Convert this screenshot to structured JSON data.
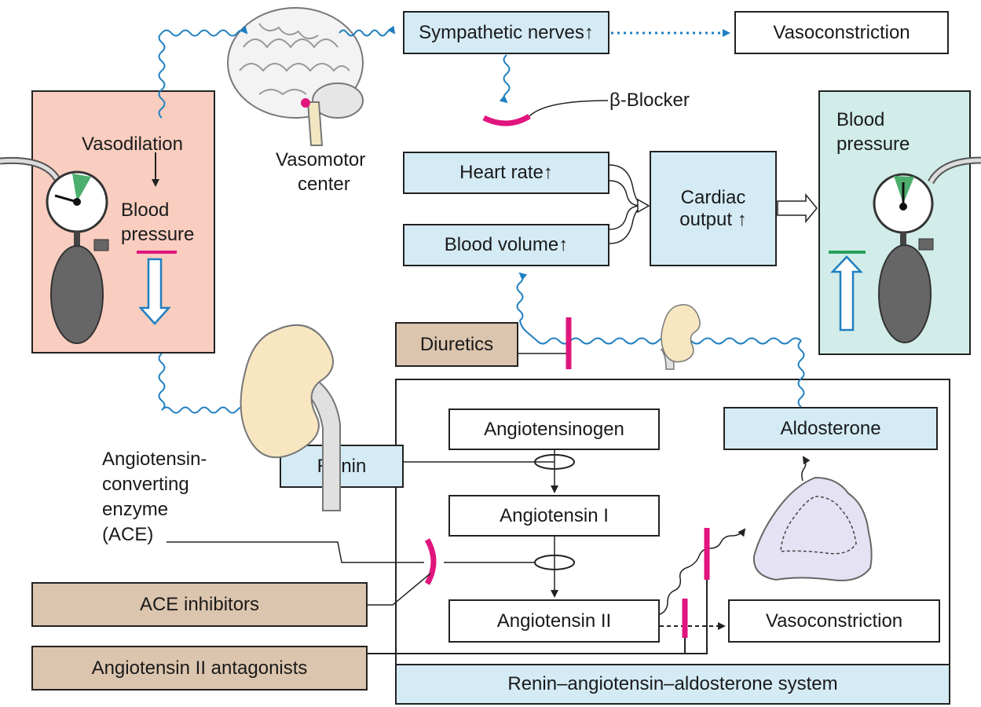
{
  "left_panel": {
    "vasodilation": "Vasodilation",
    "blood_pressure_line1": "Blood",
    "blood_pressure_line2": "pressure"
  },
  "brain": {
    "label_line1": "Vasomotor",
    "label_line2": "center"
  },
  "sympathetic_nerves": "Sympathetic nerves",
  "vasoconstriction_top": "Vasoconstriction",
  "beta_blocker": "β-Blocker",
  "heart_rate": "Heart rate",
  "blood_volume": "Blood volume",
  "cardiac_output_line1": "Cardiac",
  "cardiac_output_line2": "output",
  "right_panel": {
    "blood_pressure_line1": "Blood",
    "blood_pressure_line2": "pressure"
  },
  "diuretics": "Diuretics",
  "renin": "Renin",
  "ace_label": {
    "line1": "Angiotensin-",
    "line2": "converting",
    "line3": "enzyme",
    "line4": "(ACE)"
  },
  "raas": {
    "angiotensinogen": "Angiotensinogen",
    "angiotensin_1": "Angiotensin I",
    "angiotensin_2": "Angiotensin II",
    "aldosterone": "Aldosterone",
    "vasoconstriction": "Vasoconstriction",
    "system_label": "Renin–angiotensin–aldosterone system"
  },
  "drugs": {
    "ace_inhibitors": "ACE inhibitors",
    "at2_antagonists": "Angiotensin II antagonists"
  },
  "colors": {
    "signal_blue": "#1f7fc0",
    "blocker_magenta": "#e0157e",
    "panel_pink": "#f9cdbf",
    "panel_teal": "#d1ece9",
    "box_blue": "#d4ebf5",
    "drug_tan": "#dcc5ae",
    "marker_green": "#2aa05a"
  }
}
